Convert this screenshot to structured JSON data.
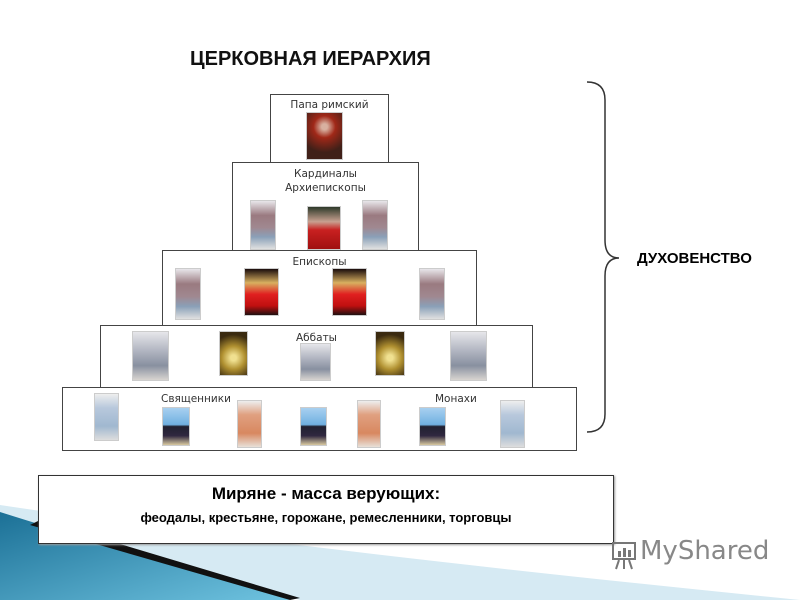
{
  "title": "ЦЕРКОВНАЯ ИЕРАРХИЯ",
  "tiers": [
    {
      "label": "Папа римский"
    },
    {
      "label": "Кардиналы",
      "label2": "Архиепископы"
    },
    {
      "label": "Епископы"
    },
    {
      "label": "Аббаты"
    },
    {
      "label": "Священники",
      "label2": "Монахи"
    }
  ],
  "clergy_label": "ДУХОВЕНСТВО",
  "laity": {
    "heading": "Миряне  -  масса верующих:",
    "list": "феодалы, крестьяне, горожане, ремесленники, торговцы"
  },
  "watermark": "MyShared",
  "colors": {
    "accent": "#2a8fb0",
    "border": "#444444"
  }
}
